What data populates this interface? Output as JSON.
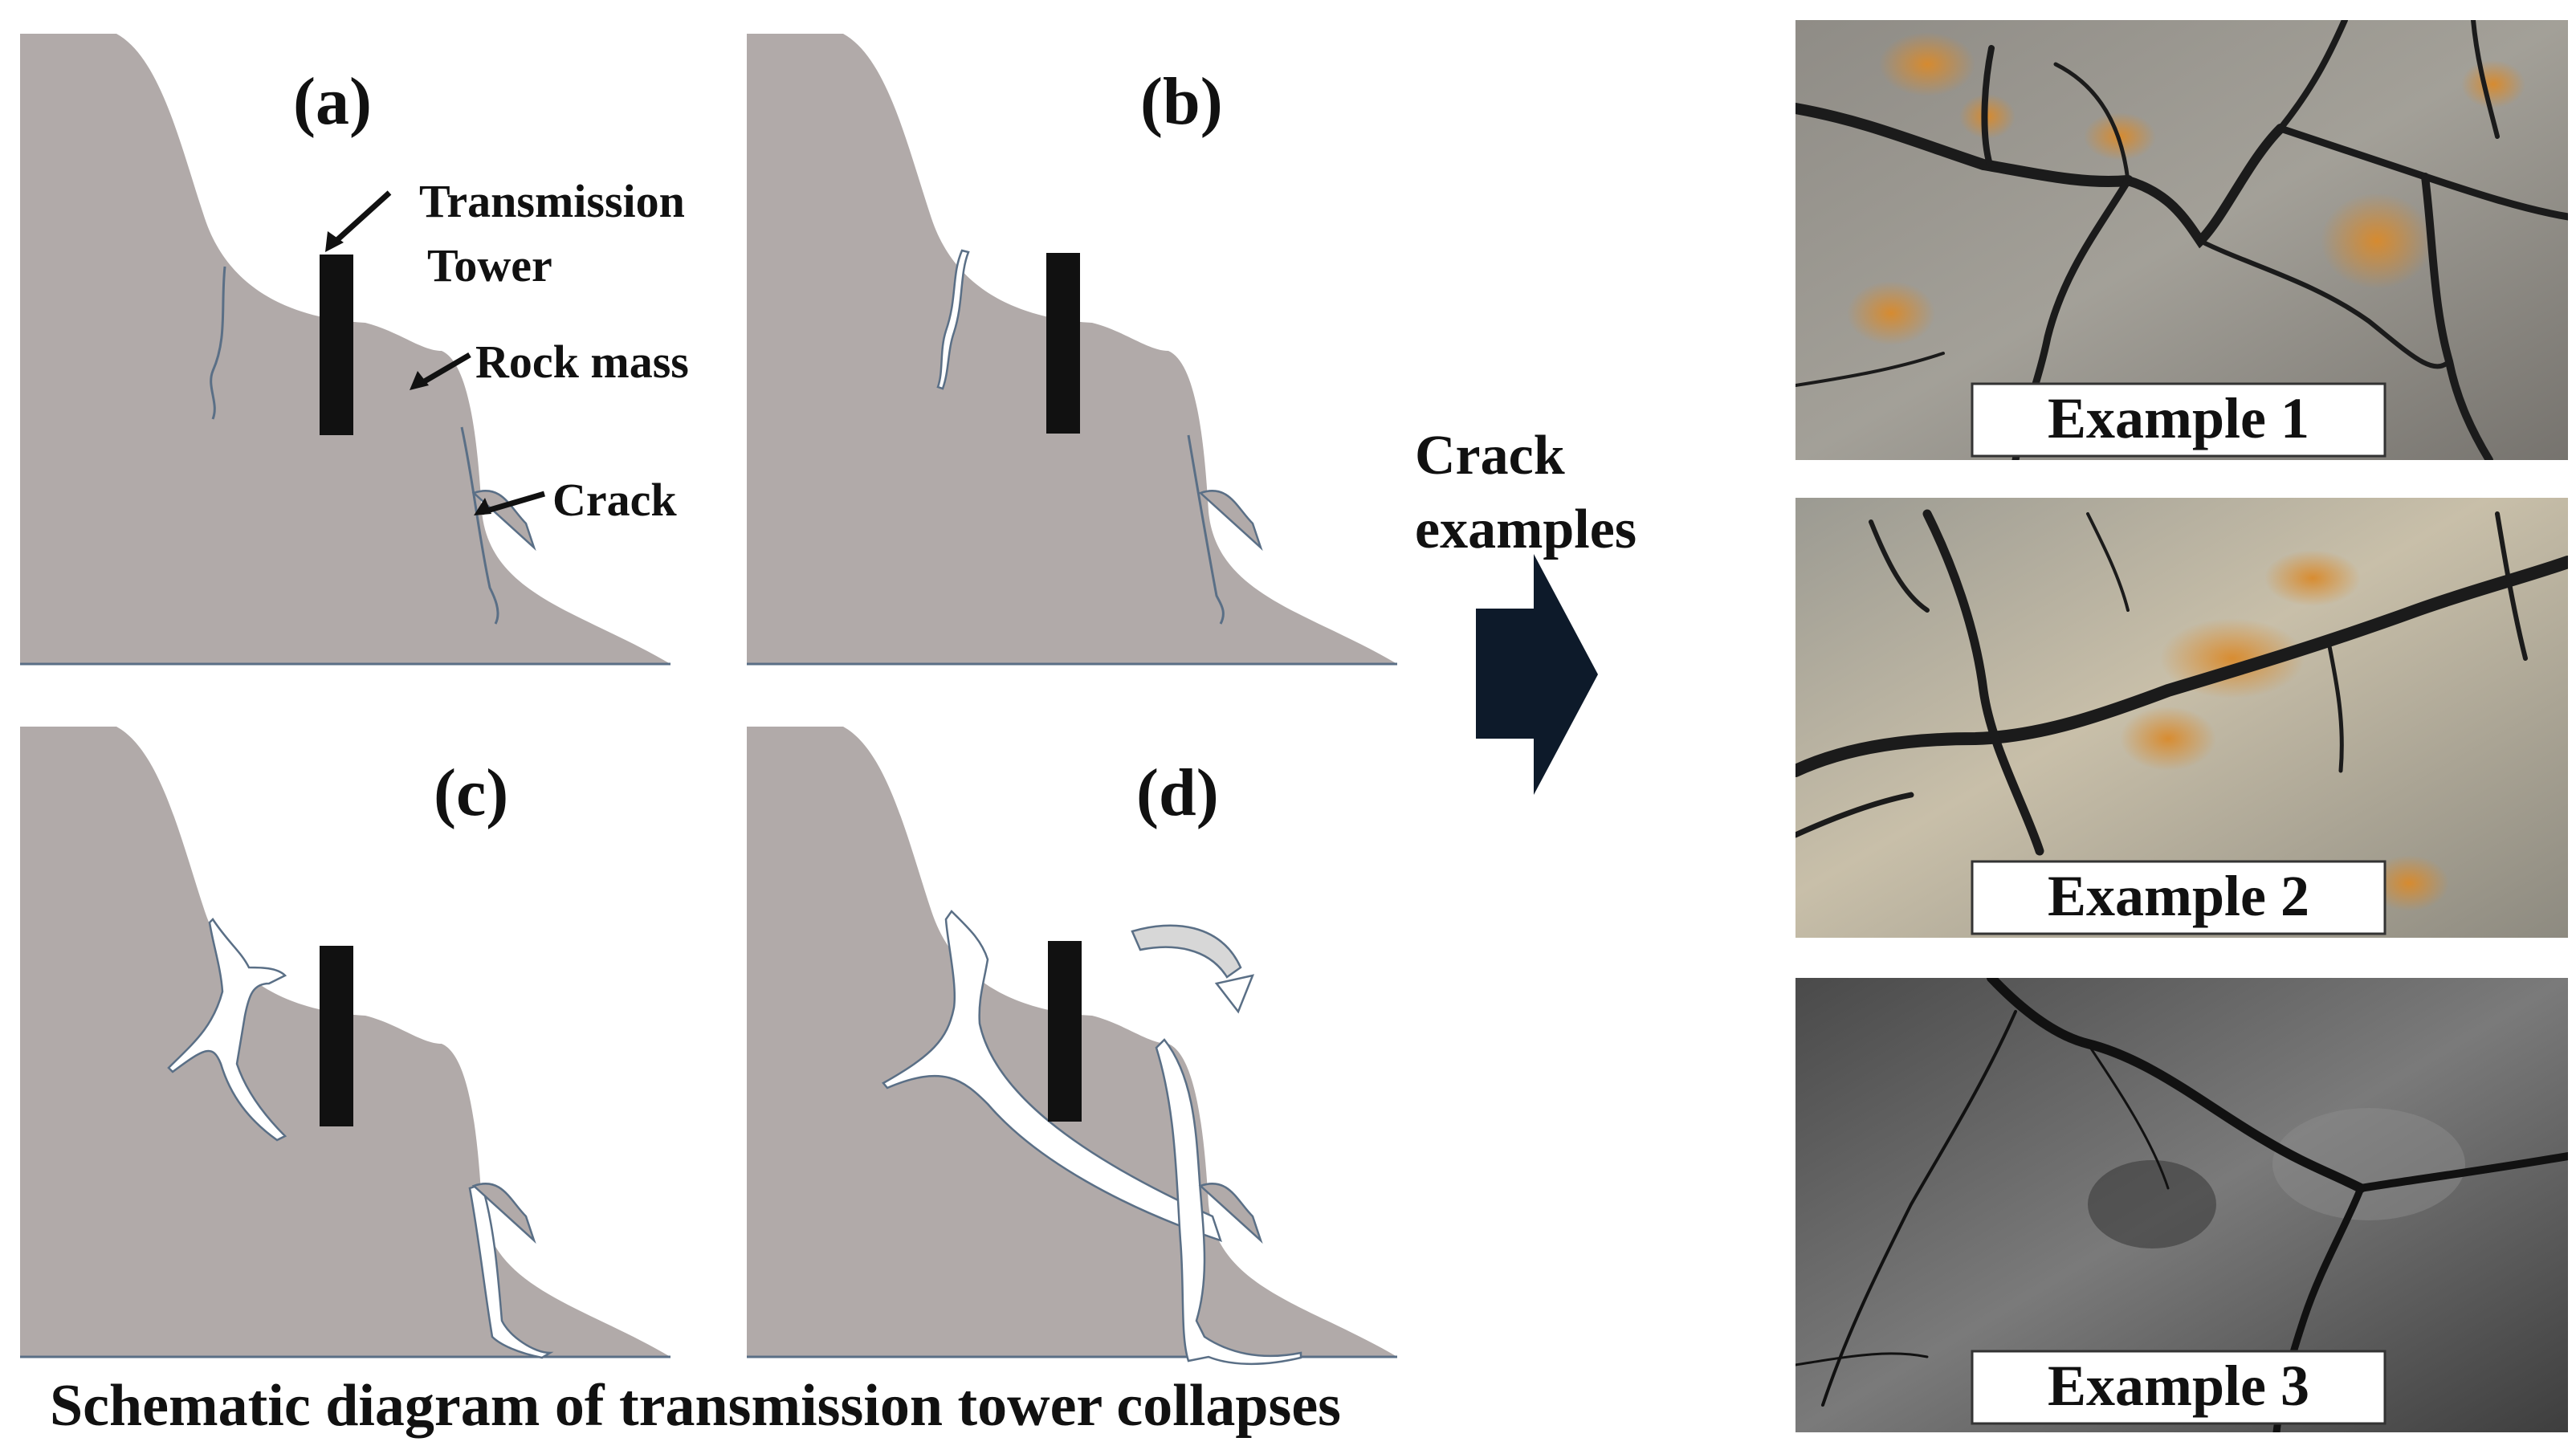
{
  "colors": {
    "rock": "#b1aaa9",
    "tower": "#111111",
    "crack_outline": "#5a6f86",
    "big_arrow": "#0d1a2a"
  },
  "panels": [
    {
      "label": "(a)"
    },
    {
      "label": "(b)"
    },
    {
      "label": "(c)"
    },
    {
      "label": "(d)"
    }
  ],
  "callouts": {
    "transmission_tower_line1": "Transmission",
    "transmission_tower_line2": "Tower",
    "rock_mass": "Rock mass",
    "crack": "Crack"
  },
  "caption": "Schematic diagram of transmission tower collapses",
  "crack_examples_heading": {
    "line1": "Crack",
    "line2": "examples"
  },
  "examples": [
    {
      "label": "Example 1"
    },
    {
      "label": "Example 2"
    },
    {
      "label": "Example 3"
    }
  ]
}
